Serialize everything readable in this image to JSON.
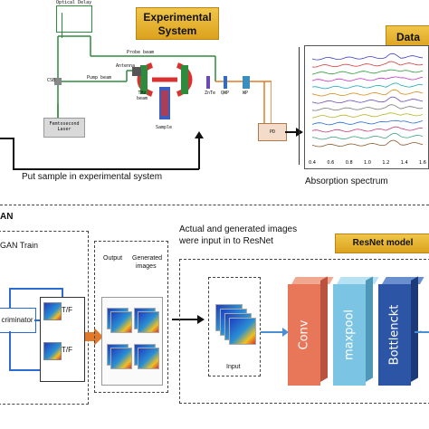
{
  "experimental": {
    "title_line1": "Experimental",
    "title_line2": "System",
    "labels": {
      "optical_delay": "Optical Delay",
      "probe_beam": "Probe beam",
      "pump_beam": "Pump beam",
      "csb": "CSB",
      "antenna": "Antenna",
      "thz_beam": "THz beam",
      "znte": "ZnTe",
      "qwp": "QWP",
      "wp": "WP",
      "femtosecond_line1": "Femtosecond",
      "femtosecond_line2": "Laser",
      "sample": "Sample",
      "pd": "PD"
    }
  },
  "data_panel": {
    "title": "Data",
    "x_ticks": [
      "0.4",
      "0.6",
      "0.8",
      "1.0",
      "1.2",
      "1.4",
      "1.6"
    ],
    "colors": [
      "#3d3dbf",
      "#d43b3b",
      "#2f9b3a",
      "#c437c4",
      "#1aa7b5",
      "#d98a1a",
      "#6b4ab8",
      "#7a7a7a",
      "#b5b52a",
      "#2a6bd4",
      "#c43a7a",
      "#3aa07a",
      "#8a5a2a"
    ]
  },
  "captions": {
    "put_sample": "Put sample in experimental system",
    "absorption": "Absorption spectrum"
  },
  "gan": {
    "section_label": "AN",
    "train_label": "GAN Train",
    "discriminator": "criminator",
    "tf_top": "T/F",
    "tf_bottom": "T/F",
    "output_label": "Output",
    "generated_label_line1": "Generated",
    "generated_label_line2": "images"
  },
  "resnet": {
    "caption_line1": "Actual and generated images",
    "caption_line2": "were input in to ResNet",
    "title": "ResNet model",
    "input_label": "Input",
    "blocks": [
      "Conv",
      "maxpool",
      "Bottlenckt"
    ]
  }
}
